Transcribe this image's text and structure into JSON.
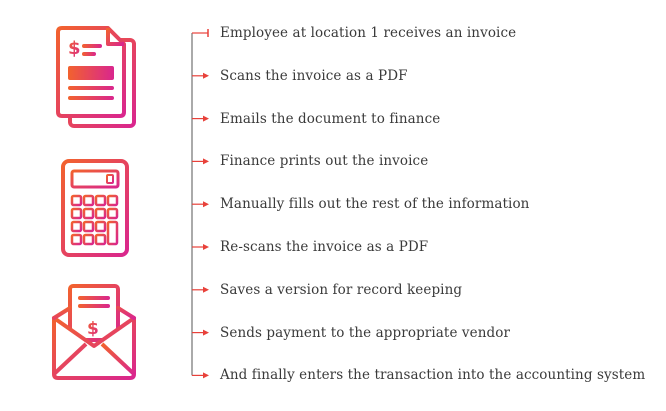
{
  "colors": {
    "gradient_start": "#f2622e",
    "gradient_end": "#d9268e",
    "line": "#555555",
    "arrow": "#e8413a",
    "text": "#3a3a3a"
  },
  "icons": [
    "invoice-document-icon",
    "calculator-icon",
    "envelope-invoice-icon"
  ],
  "invoice_icon": {
    "currency_symbol": "$"
  },
  "envelope_icon": {
    "currency_symbol": "$"
  },
  "steps": [
    {
      "label": "Employee at location 1 receives an invoice"
    },
    {
      "label": "Scans the invoice as a PDF"
    },
    {
      "label": "Emails the document to finance"
    },
    {
      "label": "Finance prints out the invoice"
    },
    {
      "label": "Manually fills out the rest of the information"
    },
    {
      "label": "Re-scans the invoice as a PDF"
    },
    {
      "label": "Saves a version for record keeping"
    },
    {
      "label": "Sends payment to the appropriate vendor"
    },
    {
      "label": "And finally enters the transaction into the accounting system"
    }
  ]
}
